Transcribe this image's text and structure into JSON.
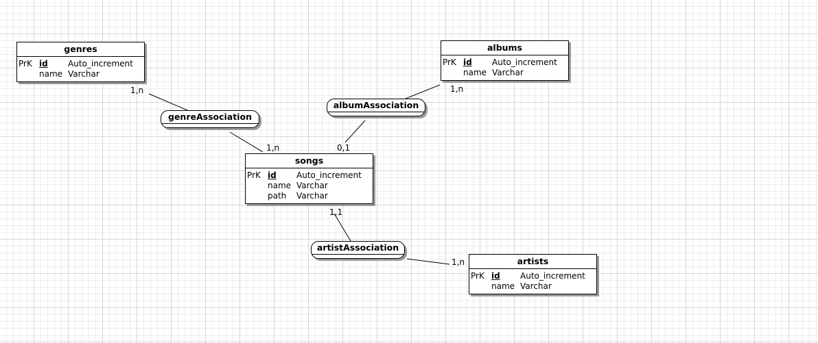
{
  "entities": {
    "genres": {
      "title": "genres",
      "attributes": [
        {
          "key": "PrK",
          "name": "id",
          "type": "Auto_increment",
          "primary": true
        },
        {
          "key": "",
          "name": "name",
          "type": "Varchar",
          "primary": false
        }
      ]
    },
    "albums": {
      "title": "albums",
      "attributes": [
        {
          "key": "PrK",
          "name": "id",
          "type": "Auto_increment",
          "primary": true
        },
        {
          "key": "",
          "name": "name",
          "type": "Varchar",
          "primary": false
        }
      ]
    },
    "songs": {
      "title": "songs",
      "attributes": [
        {
          "key": "PrK",
          "name": "id",
          "type": "Auto_increment",
          "primary": true
        },
        {
          "key": "",
          "name": "name",
          "type": "Varchar",
          "primary": false
        },
        {
          "key": "",
          "name": "path",
          "type": "Varchar",
          "primary": false
        }
      ]
    },
    "artists": {
      "title": "artists",
      "attributes": [
        {
          "key": "PrK",
          "name": "id",
          "type": "Auto_increment",
          "primary": true
        },
        {
          "key": "",
          "name": "name",
          "type": "Varchar",
          "primary": false
        }
      ]
    }
  },
  "associations": {
    "genre": {
      "label": "genreAssociation"
    },
    "album": {
      "label": "albumAssociation"
    },
    "artist": {
      "label": "artistAssociation"
    }
  },
  "cardinalities": {
    "genres_genre": "1,n",
    "songs_genre": "1,n",
    "albums_album": "1,n",
    "songs_album": "0,1",
    "songs_artist": "1,1",
    "artists_artist": "1,n"
  },
  "colors": {
    "grid_major": "#d6d6d6",
    "grid_minor": "#ececec",
    "shadow": "#9a9a9a",
    "stroke": "#000000"
  }
}
